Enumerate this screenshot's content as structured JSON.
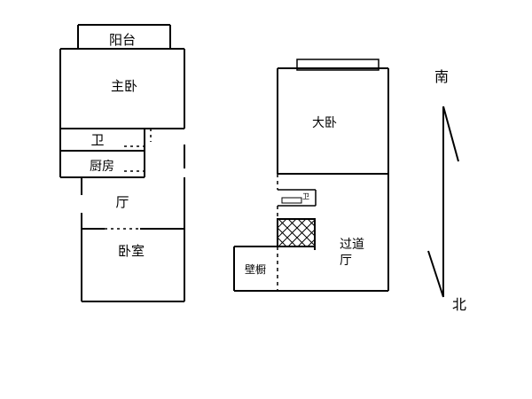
{
  "left_plan": {
    "rooms": {
      "balcony": "阳台",
      "master_bedroom": "主卧",
      "bathroom": "卫",
      "kitchen": "厨房",
      "hall": "厅",
      "bedroom": "卧室"
    }
  },
  "right_plan": {
    "rooms": {
      "big_bedroom": "大卧",
      "passage_hall": "过道\n厅",
      "passage_line1": "过道",
      "passage_line2": "厅",
      "wall_closet": "壁橱",
      "small_label": "卫"
    }
  },
  "compass": {
    "south": "南",
    "north": "北"
  },
  "colors": {
    "line": "#000000",
    "background": "#ffffff"
  }
}
